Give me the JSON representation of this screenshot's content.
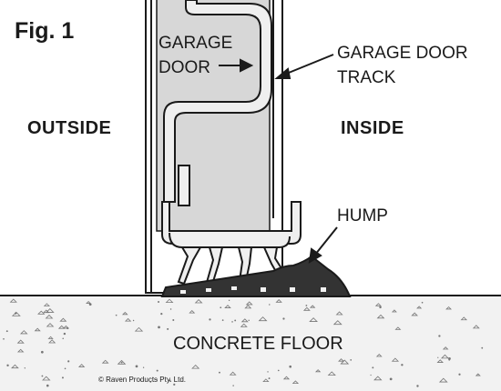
{
  "figure": {
    "label": "Fig. 1",
    "garage_door_line1": "GARAGE",
    "garage_door_line2": "DOOR",
    "track_line1": "GARAGE DOOR",
    "track_line2": "TRACK",
    "outside": "OUTSIDE",
    "inside": "INSIDE",
    "hump": "HUMP",
    "floor": "CONCRETE FLOOR",
    "copyright": "© Raven Products Pty. Ltd."
  },
  "colors": {
    "door_fill": "#d7d7d7",
    "track_fill": "#efefef",
    "seal_dark": "#333333",
    "floor_fill": "#f2f2f2",
    "outline": "#1a1a1a"
  }
}
